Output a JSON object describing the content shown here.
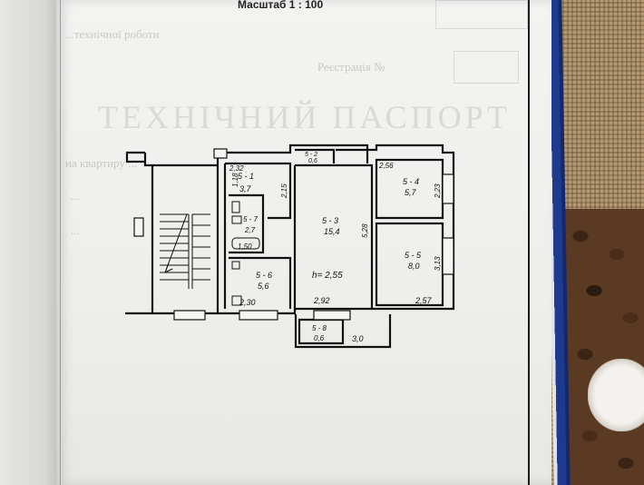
{
  "document": {
    "scale_label": "Масштаб 1 : 100",
    "faded_heading": "ТЕХНІЧНИЙ ПАСПОРТ",
    "faded_lines": [
      "...технічної роботи",
      "Реєстрація №",
      "на квартиру ...",
      "...",
      "..."
    ]
  },
  "floor_plan": {
    "rooms": [
      {
        "id": "5-1",
        "label": "5 - 1",
        "area": "3,7"
      },
      {
        "id": "5-2",
        "label": "5 - 2",
        "area": "0,6"
      },
      {
        "id": "5-3",
        "label": "5 - 3",
        "area": "15,4"
      },
      {
        "id": "5-4",
        "label": "5 - 4",
        "area": "5,7"
      },
      {
        "id": "5-5",
        "label": "5 - 5",
        "area": "8,0"
      },
      {
        "id": "5-6",
        "label": "5 - 6",
        "area": "5,6"
      },
      {
        "id": "5-7",
        "label": "5 - 7",
        "area": "2,7"
      },
      {
        "id": "5-8",
        "label": "5 - 8",
        "area": "0,6"
      }
    ],
    "dimensions": {
      "d_2_32": "2,32",
      "d_1_18": "1,18",
      "d_2_15": "2,15",
      "d_2_56": "2,56",
      "d_2_23": "2,23",
      "d_5_28": "5,28",
      "d_3_13": "3,13",
      "d_1_50": "1,50",
      "d_2_30": "2,30",
      "d_2_92": "2,92",
      "d_2_57": "2,57",
      "d_3_0": "3,0"
    },
    "ceiling_height": "h= 2,55"
  }
}
